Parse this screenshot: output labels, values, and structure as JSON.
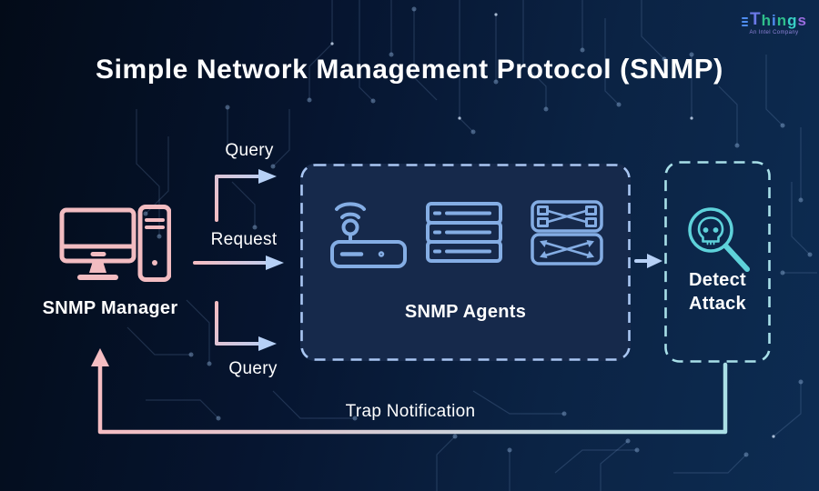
{
  "brand": {
    "letters": [
      "T",
      "h",
      "i",
      "n",
      "g",
      "s"
    ],
    "tagline": "An Intel Company",
    "letter_colors": [
      "#6b79e8",
      "#2fbe8b",
      "#4f8df0",
      "#2fbe8b",
      "#38cfc4",
      "#9a6ce0"
    ]
  },
  "title": {
    "main": "Simple Network Management Protocol",
    "highlight": "(SNMP)"
  },
  "manager": {
    "label": "SNMP Manager",
    "icon": "desktop-computer-icon"
  },
  "agents": {
    "label": "SNMP Agents",
    "icons": [
      "wireless-router-icon",
      "server-rack-icon",
      "network-switch-icon"
    ]
  },
  "detect": {
    "line1": "Detect",
    "line2": "Attack",
    "icon": "skull-magnifier-icon"
  },
  "flows": {
    "query_top": "Query",
    "request": "Request",
    "query_bottom": "Query",
    "trap": "Trap Notification"
  },
  "colors": {
    "background_dark": "#030b18",
    "background_light": "#0d2c52",
    "pink": "#f5bdc2",
    "arrow_blue": "#b6d0f6",
    "cyan_line": "#aadfe6",
    "icon_blue": "#84ade4",
    "icon_teal": "#5ed2da",
    "agents_box_fill": "#16294b",
    "dash_blue": "#a9c6f2",
    "dash_cyan": "#a8dfe8",
    "text": "#ffffff"
  }
}
